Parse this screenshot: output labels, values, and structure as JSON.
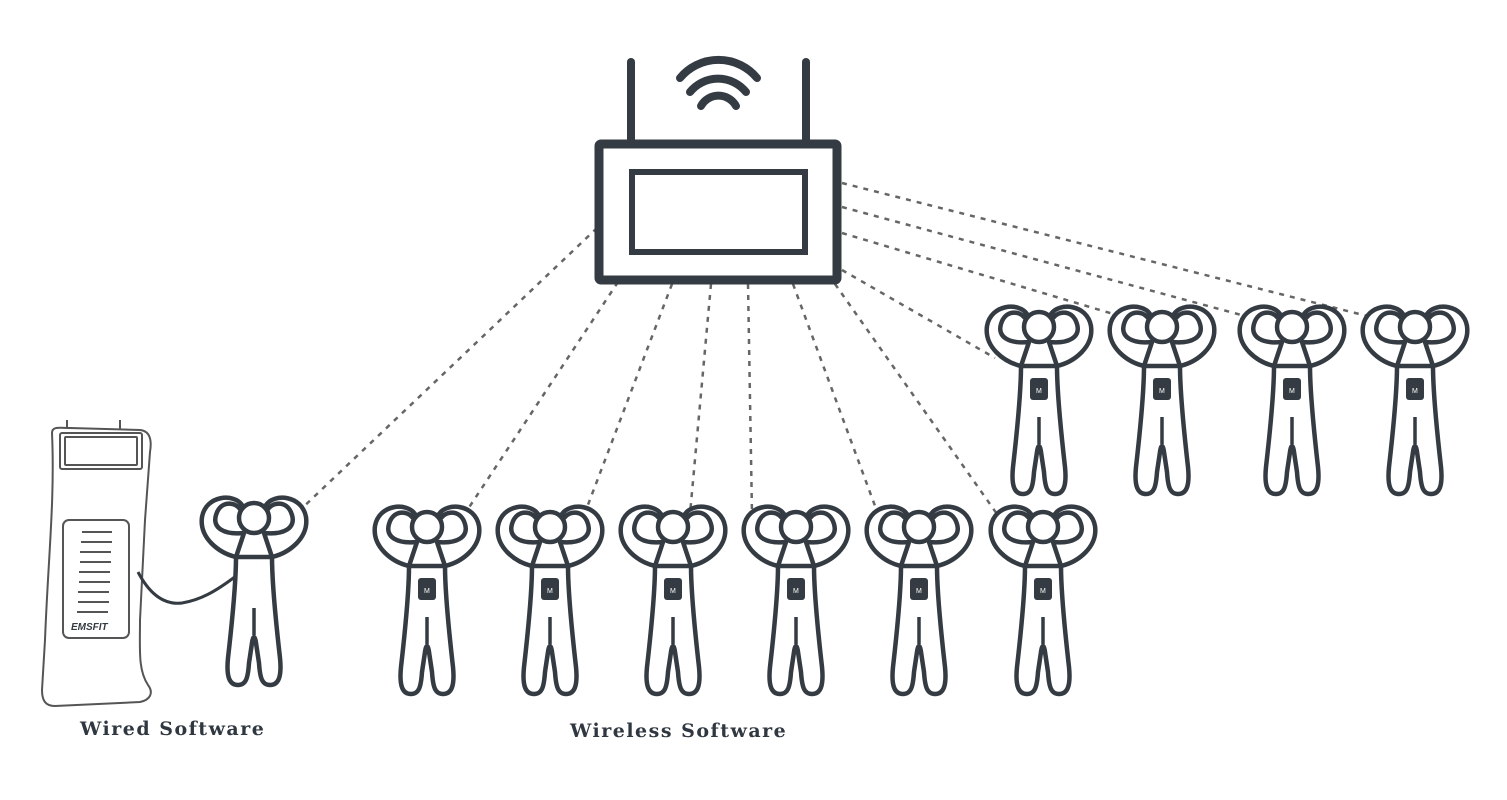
{
  "labels": {
    "wired": "Wired Software",
    "wireless": "Wireless Software",
    "stand_brand": "EMSFIT",
    "module_mark": "M"
  },
  "colors": {
    "ink": "#343b42",
    "stand_outline": "#555555",
    "dashed_line": "#666666"
  },
  "icons": {
    "router": "wifi-router-icon",
    "stand": "wired-ems-stand-icon",
    "person": "trainee-suit-icon"
  },
  "counts": {
    "wireless_people": 10
  }
}
